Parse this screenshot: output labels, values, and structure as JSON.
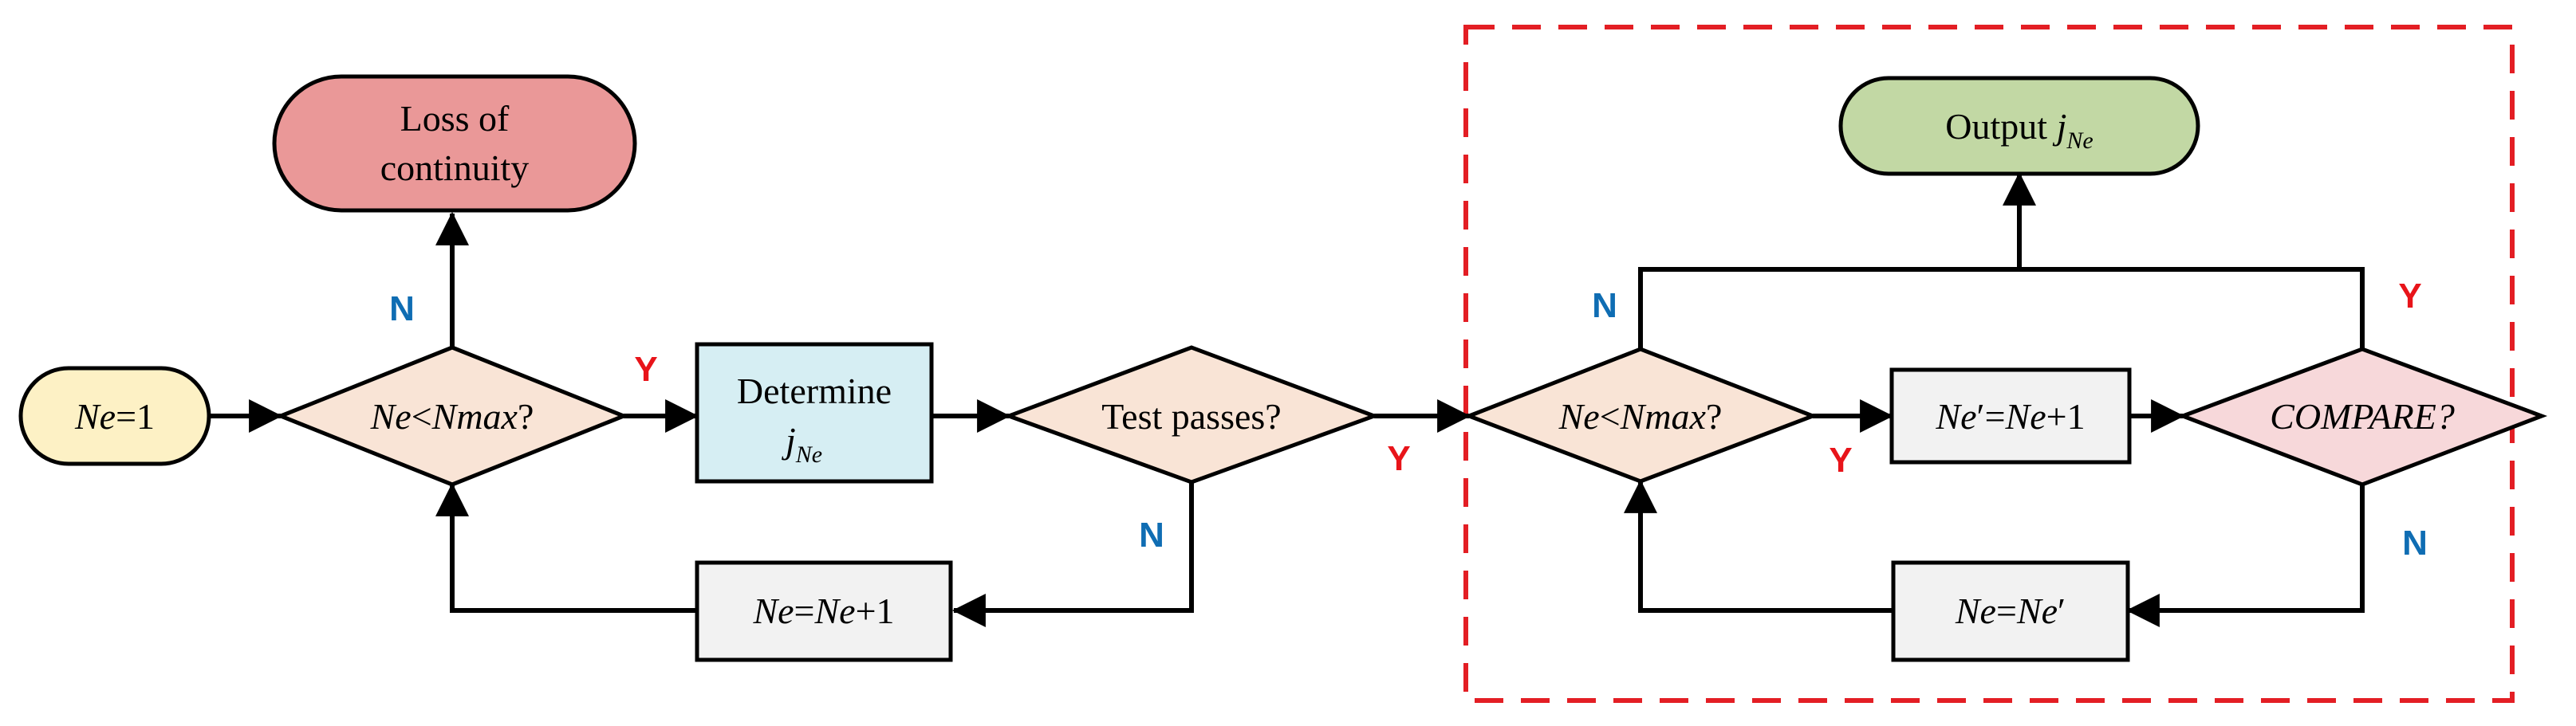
{
  "colors": {
    "yes": "#e8141a",
    "no": "#0f6db3",
    "start_fill": "#fdf1c5",
    "loss_fill": "#ea9898",
    "determine_fill": "#d6eef3",
    "decision_fill": "#f9e4d6",
    "compare_fill": "#f7d8da",
    "process_fill": "#f2f2f2",
    "output_fill": "#c2d8a4",
    "dashed_frame": "#e31e24"
  },
  "nodes": {
    "start": {
      "var": "Ne",
      "rest": "=1"
    },
    "loss": {
      "line1": "Loss of",
      "line2": "continuity"
    },
    "decision1": {
      "v1": "Ne",
      "lt": "<",
      "v2": "Nmax",
      "q": "?"
    },
    "determine": {
      "line1": "Determine",
      "j": "j",
      "sub": "Ne"
    },
    "test": {
      "text": "Test passes?"
    },
    "increment1": {
      "v1": "Ne",
      "eq": "=",
      "v2": "Ne",
      "plus": "+1"
    },
    "decision2": {
      "v1": "Ne",
      "lt": "<",
      "v2": "Nmax",
      "q": "?"
    },
    "increment2": {
      "v1": "Ne",
      "prime": "′",
      "eq": "=",
      "v2": "Ne",
      "plus": "+1"
    },
    "compare": {
      "text": "COMPARE?"
    },
    "assign": {
      "v1": "Ne",
      "eq": "=",
      "v2": "Ne",
      "prime": "′"
    },
    "output": {
      "text": "Output ",
      "j": "j",
      "sub": "Ne"
    }
  },
  "labels": {
    "d1_no": "N",
    "d1_yes": "Y",
    "test_yes": "Y",
    "test_no": "N",
    "d2_no": "N",
    "d2_yes": "Y",
    "compare_yes": "Y",
    "compare_no": "N"
  }
}
